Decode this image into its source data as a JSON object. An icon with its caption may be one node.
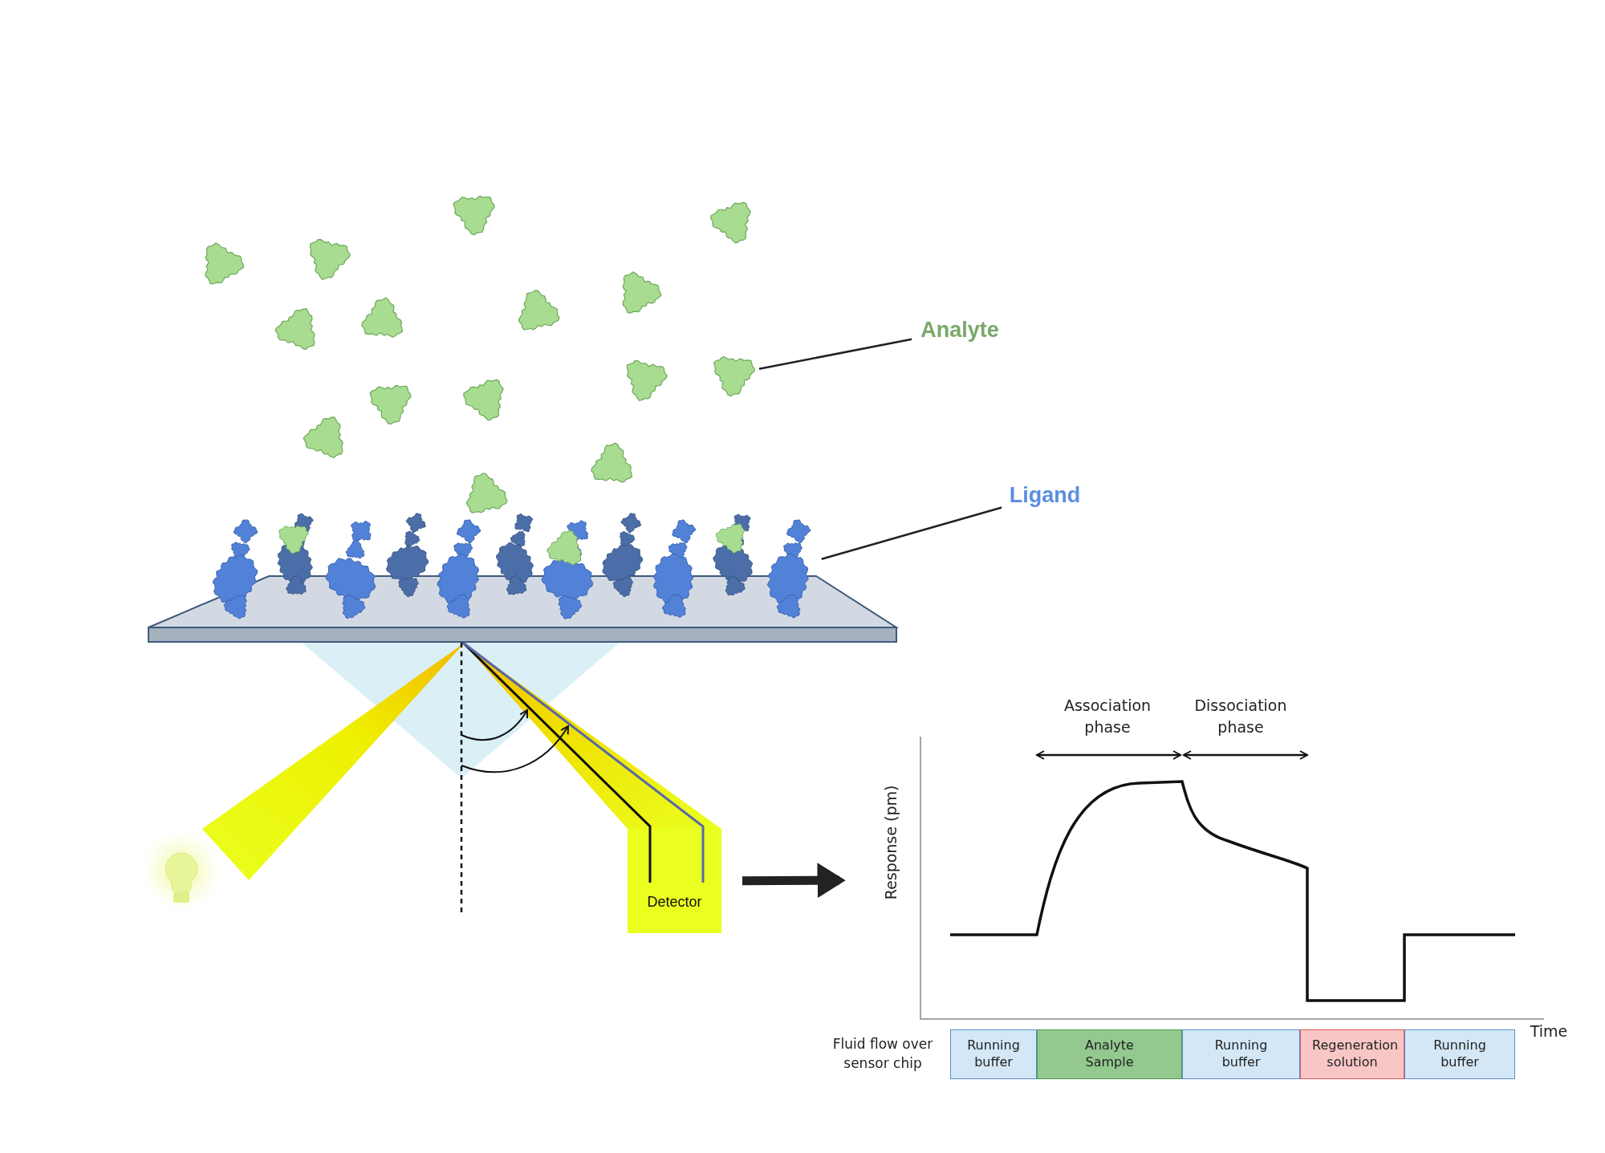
{
  "diagram": {
    "nodes": [
      {
        "text": [
          "Analyte"
        ]
      },
      {
        "text": [],
        "shape": "picture"
      },
      {
        "text": [
          "Ligand"
        ]
      },
      {
        "text": [],
        "shape": "picture"
      },
      {
        "text": [
          "Detector"
        ]
      },
      {
        "text": [],
        "shape": "picture"
      },
      {
        "text": [
          "Running buffer"
        ]
      },
      {
        "text": [
          "Analyte Sample"
        ]
      },
      {
        "text": [
          "Running buffer"
        ]
      },
      {
        "text": [
          "Regeneration solution"
        ]
      },
      {
        "text": [
          "Running buffer"
        ]
      }
    ],
    "edges": [
      {
        "from": 0,
        "to": 1,
        "arrow": "none"
      },
      {
        "from": 2,
        "to": 3,
        "arrow": "none"
      },
      {
        "from": 4,
        "to": 5,
        "arrow": "to",
        "style": "thick"
      }
    ],
    "labels": [
      "Association phase",
      "Dissociation phase",
      "Response (pm)",
      "Time",
      "Fluid flow over sensor chip"
    ]
  }
}
